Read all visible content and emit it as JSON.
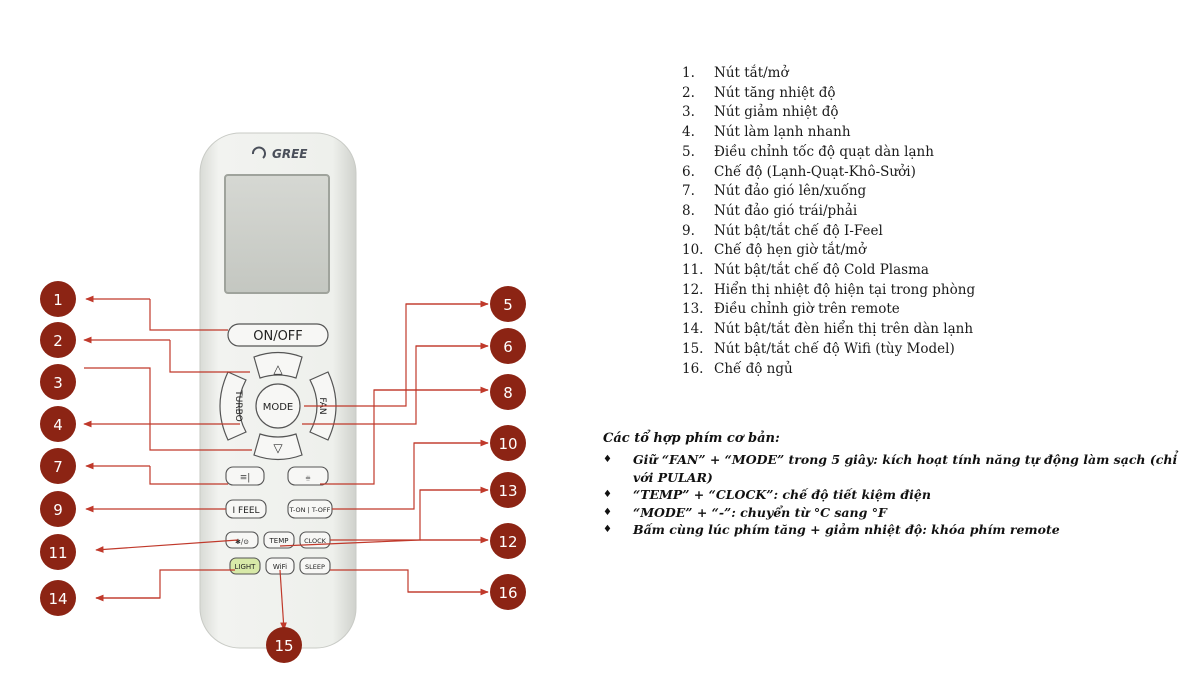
{
  "remote": {
    "brand": "GREE",
    "buttons": {
      "on_off": "ON/OFF",
      "up": "△",
      "down": "▽",
      "mode": "MODE",
      "turbo": "TURBO",
      "fan": "FAN",
      "swing_vertical": "≡|",
      "swing_horizontal": "⩷",
      "ifeel": "I FEEL",
      "timer": "T-ON | T-OFF",
      "plasma": "✱/⊙",
      "temp": "TEMP",
      "clock": "CLOCK",
      "light": "LIGHT",
      "wifi": "WiFi",
      "sleep": "SLEEP"
    }
  },
  "callouts": [
    "1",
    "2",
    "3",
    "4",
    "5",
    "6",
    "7",
    "8",
    "9",
    "10",
    "11",
    "12",
    "13",
    "14",
    "15",
    "16"
  ],
  "legend": {
    "items": [
      {
        "n": "1.",
        "text": "Nút tắt/mở"
      },
      {
        "n": "2.",
        "text": "Nút tăng nhiệt độ"
      },
      {
        "n": "3.",
        "text": "Nút giảm nhiệt độ"
      },
      {
        "n": "4.",
        "text": "Nút làm lạnh nhanh"
      },
      {
        "n": "5.",
        "text": "Điều chỉnh tốc độ quạt dàn lạnh"
      },
      {
        "n": "6.",
        "text": "Chế độ (Lạnh-Quạt-Khô-Sưởi)"
      },
      {
        "n": "7.",
        "text": "Nút đảo gió lên/xuống"
      },
      {
        "n": "8.",
        "text": "Nút đảo gió trái/phải"
      },
      {
        "n": "9.",
        "text": "Nút bật/tắt chế độ I-Feel"
      },
      {
        "n": "10.",
        "text": "Chế độ hẹn giờ tắt/mở"
      },
      {
        "n": "11.",
        "text": "Nút bật/tắt chế độ Cold Plasma"
      },
      {
        "n": "12.",
        "text": "Hiển thị nhiệt độ hiện tại trong phòng"
      },
      {
        "n": "13.",
        "text": "Điều chỉnh giờ trên remote"
      },
      {
        "n": "14.",
        "text": "Nút bật/tắt đèn hiển thị trên dàn lạnh"
      },
      {
        "n": "15.",
        "text": "Nút bật/tắt chế độ Wifi (tùy Model)"
      },
      {
        "n": "16.",
        "text": "Chế độ ngủ"
      }
    ]
  },
  "combos": {
    "title": "Các tổ hợp phím cơ bản:",
    "bullet": "♦",
    "items": [
      "Giữ “FAN” + “MODE” trong 5 giây: kích hoạt tính năng tự động làm sạch (chỉ với PULAR)",
      "“TEMP” + “CLOCK”: chế độ tiết kiệm điện",
      "“MODE” + “-”: chuyển từ °C sang °F",
      "Bấm cùng lúc phím tăng + giảm nhiệt độ: khóa phím remote"
    ]
  },
  "colors": {
    "callout_fill": "#8c2414",
    "leader_line": "#c0392b",
    "remote_body": "#eef0ec",
    "lcd": "#cfd2cd",
    "light_button": "#d8e9a8"
  }
}
